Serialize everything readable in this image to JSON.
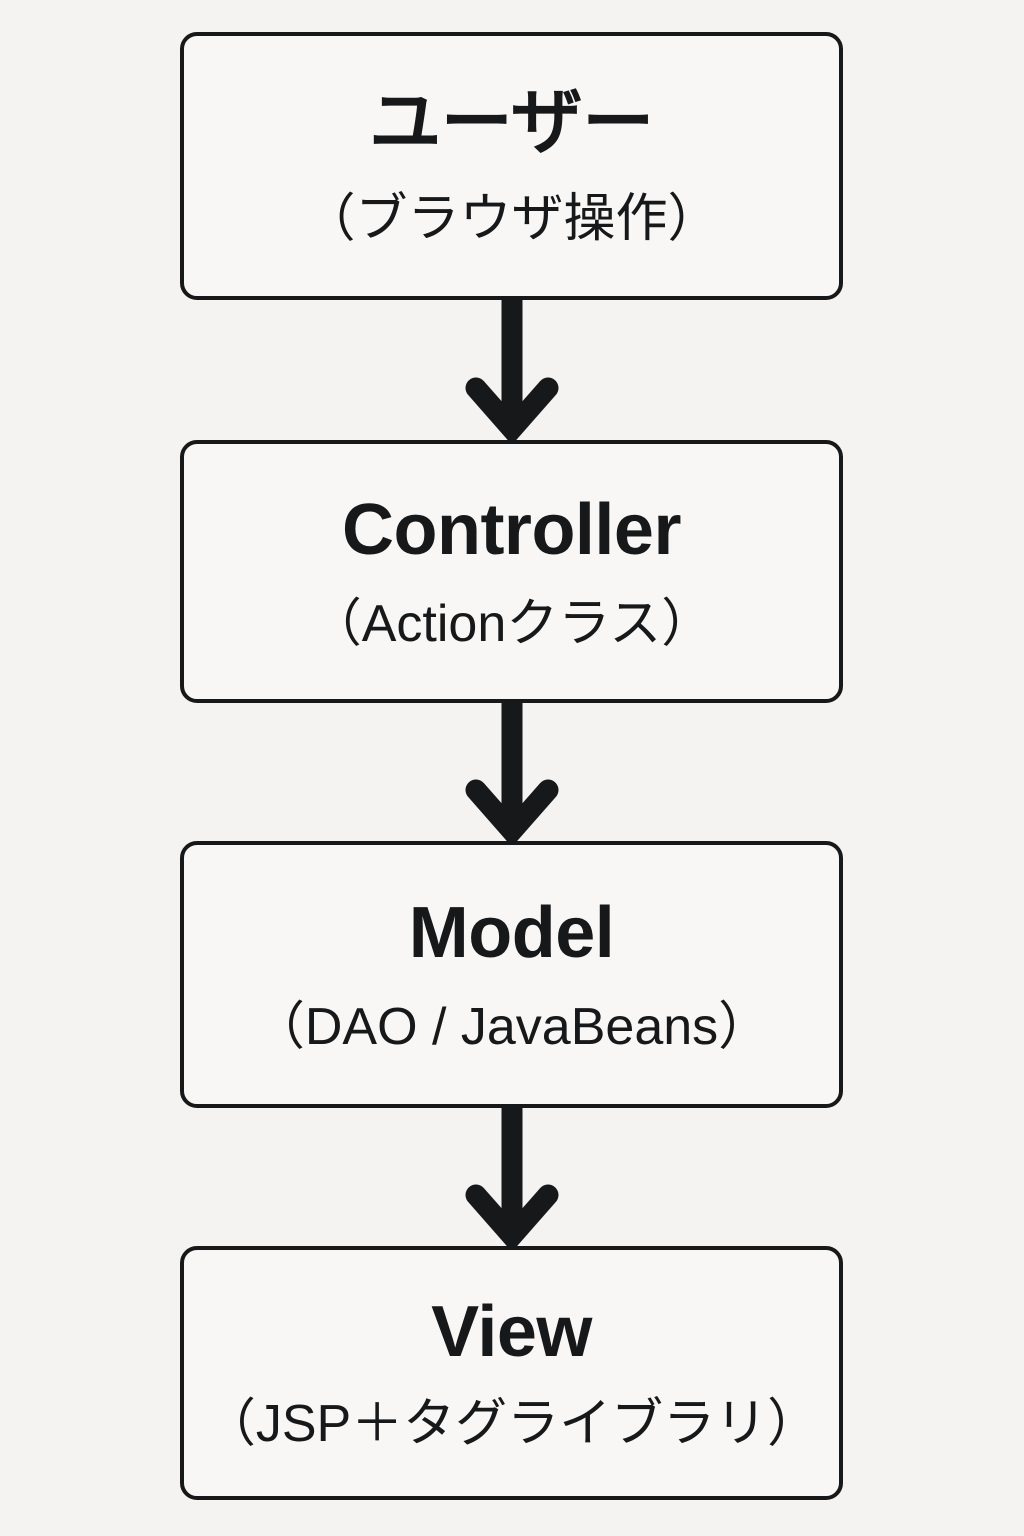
{
  "diagram": {
    "title": "MVC flow diagram",
    "type": "vertical-flowchart",
    "background_color": "#f4f3f1",
    "node_fill_color": "#f8f7f6",
    "ink_color": "#16181a",
    "nodes": [
      {
        "id": "user",
        "title": "ユーザー",
        "subtitle": "（ブラウザ操作）"
      },
      {
        "id": "controller",
        "title": "Controller",
        "subtitle": "（Actionクラス）"
      },
      {
        "id": "model",
        "title": "Model",
        "subtitle": "（DAO / JavaBeans）"
      },
      {
        "id": "view",
        "title": "View",
        "subtitle": "（JSP＋タグライブラリ）"
      }
    ],
    "connectors": [
      {
        "id": "user-to-controller",
        "from": "user",
        "to": "controller",
        "icon": "down-arrow-icon"
      },
      {
        "id": "controller-to-model",
        "from": "controller",
        "to": "model",
        "icon": "down-arrow-icon"
      },
      {
        "id": "model-to-view",
        "from": "model",
        "to": "view",
        "icon": "down-arrow-icon"
      }
    ]
  }
}
